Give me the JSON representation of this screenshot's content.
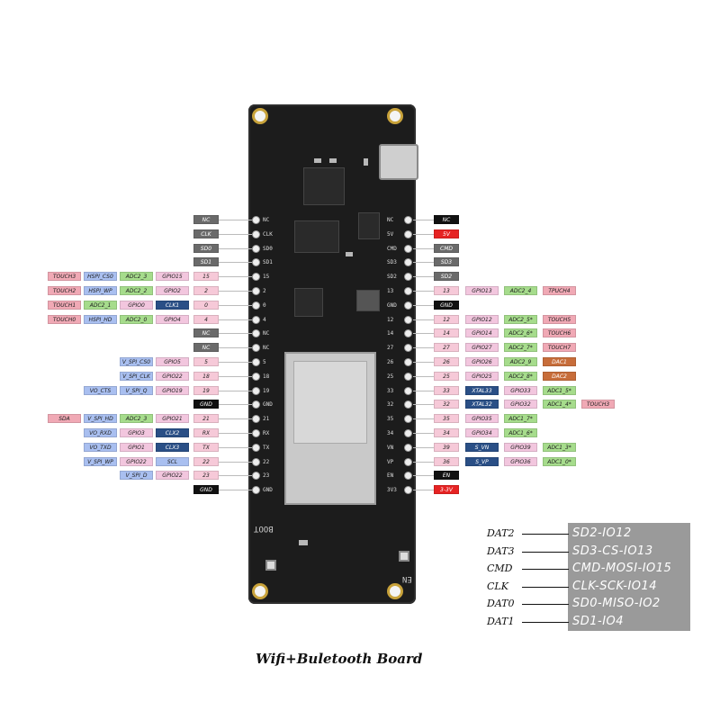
{
  "caption": "Wifi+Buletooth Board",
  "colors": {
    "dark": "#6a6a6a",
    "black": "#111111",
    "red": "#e62323",
    "pink": "#f0a9b5",
    "green": "#a6dc8c",
    "lightblue": "#a9bff0",
    "lightpink": "#f6c9d8",
    "navy": "#2a4f86",
    "brown": "#c76d3a",
    "gpio": "#f2c6de"
  },
  "board": {
    "silk_left": [
      "NC",
      "CLK",
      "SD0",
      "SD1",
      "15",
      "2",
      "0",
      "4",
      "NC",
      "NC",
      "5",
      "18",
      "19",
      "GND",
      "21",
      "RX",
      "TX",
      "22",
      "23",
      "GND"
    ],
    "silk_right": [
      "NC",
      "5V",
      "CMD",
      "SD3",
      "SD2",
      "13",
      "GND",
      "12",
      "14",
      "27",
      "26",
      "25",
      "33",
      "32",
      "35",
      "34",
      "VN",
      "VP",
      "EN",
      "3V3"
    ],
    "boot_label": "BOOT",
    "en_label": "EN"
  },
  "left_rows": [
    {
      "pin": "NC",
      "pin_style": "dark",
      "labels": []
    },
    {
      "pin": "CLK",
      "pin_style": "dark",
      "labels": []
    },
    {
      "pin": "SD0",
      "pin_style": "dark",
      "labels": []
    },
    {
      "pin": "SD1",
      "pin_style": "dark",
      "labels": []
    },
    {
      "pin": "15",
      "pin_style": "lightpink",
      "labels": [
        {
          "t": "TOUCH3",
          "c": "pink"
        },
        {
          "t": "HSPI_CS0",
          "c": "lightblue"
        },
        {
          "t": "ADC2_3",
          "c": "green"
        },
        {
          "t": "GPIO15",
          "c": "gpio"
        }
      ]
    },
    {
      "pin": "2",
      "pin_style": "lightpink",
      "labels": [
        {
          "t": "TOUCH2",
          "c": "pink"
        },
        {
          "t": "HSPI_WP",
          "c": "lightblue"
        },
        {
          "t": "ADC2_2",
          "c": "green"
        },
        {
          "t": "GPIO2",
          "c": "gpio"
        }
      ]
    },
    {
      "pin": "0",
      "pin_style": "lightpink",
      "labels": [
        {
          "t": "TOUCH1",
          "c": "pink"
        },
        {
          "t": "ADC2_1",
          "c": "green"
        },
        {
          "t": "GPIO0",
          "c": "gpio"
        },
        {
          "t": "CLK1",
          "c": "navy"
        }
      ]
    },
    {
      "pin": "4",
      "pin_style": "lightpink",
      "labels": [
        {
          "t": "TOUCH0",
          "c": "pink"
        },
        {
          "t": "HSPI_HD",
          "c": "lightblue"
        },
        {
          "t": "ADC2_0",
          "c": "green"
        },
        {
          "t": "GPIO4",
          "c": "gpio"
        }
      ]
    },
    {
      "pin": "NC",
      "pin_style": "dark",
      "labels": []
    },
    {
      "pin": "NC",
      "pin_style": "dark",
      "labels": []
    },
    {
      "pin": "5",
      "pin_style": "lightpink",
      "labels": [
        {
          "t": "V_SPI_CS0",
          "c": "lightblue"
        },
        {
          "t": "GPIO5",
          "c": "gpio"
        }
      ]
    },
    {
      "pin": "18",
      "pin_style": "lightpink",
      "labels": [
        {
          "t": "V_SPI_CLK",
          "c": "lightblue"
        },
        {
          "t": "GPIO22",
          "c": "gpio"
        }
      ]
    },
    {
      "pin": "19",
      "pin_style": "lightpink",
      "labels": [
        {
          "t": "VO_CTS",
          "c": "lightblue"
        },
        {
          "t": "V_SPI_Q",
          "c": "lightblue"
        },
        {
          "t": "GPIO19",
          "c": "gpio"
        }
      ]
    },
    {
      "pin": "GND",
      "pin_style": "black",
      "labels": []
    },
    {
      "pin": "21",
      "pin_style": "lightpink",
      "labels": [
        {
          "t": "SDA",
          "c": "pink"
        },
        {
          "t": "V_SPI_HD",
          "c": "lightblue"
        },
        {
          "t": "ADC2_3",
          "c": "green"
        },
        {
          "t": "GPIO21",
          "c": "gpio"
        }
      ]
    },
    {
      "pin": "RX",
      "pin_style": "lightpink",
      "labels": [
        {
          "t": "VO_RXD",
          "c": "lightblue"
        },
        {
          "t": "GPIO3",
          "c": "gpio"
        },
        {
          "t": "CLX2",
          "c": "navy"
        }
      ]
    },
    {
      "pin": "TX",
      "pin_style": "lightpink",
      "labels": [
        {
          "t": "VO_TXD",
          "c": "lightblue"
        },
        {
          "t": "GPIO1",
          "c": "gpio"
        },
        {
          "t": "CLX3",
          "c": "navy"
        }
      ]
    },
    {
      "pin": "22",
      "pin_style": "lightpink",
      "labels": [
        {
          "t": "V_SPI_WP",
          "c": "lightblue"
        },
        {
          "t": "GPIO22",
          "c": "gpio"
        },
        {
          "t": "SCL",
          "c": "lightblue"
        }
      ]
    },
    {
      "pin": "23",
      "pin_style": "lightpink",
      "labels": [
        {
          "t": "V_SPI_D",
          "c": "lightblue"
        },
        {
          "t": "GPIO22",
          "c": "gpio"
        }
      ]
    },
    {
      "pin": "GND",
      "pin_style": "black",
      "labels": []
    }
  ],
  "right_rows": [
    {
      "pin": "NC",
      "pin_style": "black",
      "labels": []
    },
    {
      "pin": "5V",
      "pin_style": "red",
      "labels": []
    },
    {
      "pin": "CMD",
      "pin_style": "dark",
      "labels": []
    },
    {
      "pin": "SD3",
      "pin_style": "dark",
      "labels": []
    },
    {
      "pin": "SD2",
      "pin_style": "dark",
      "labels": []
    },
    {
      "pin": "13",
      "pin_style": "lightpink",
      "labels": [
        {
          "t": "GPIO13",
          "c": "gpio"
        },
        {
          "t": "ADC2_4",
          "c": "green"
        },
        {
          "t": "TPUCH4",
          "c": "pink"
        }
      ]
    },
    {
      "pin": "GND",
      "pin_style": "black",
      "labels": []
    },
    {
      "pin": "12",
      "pin_style": "lightpink",
      "labels": [
        {
          "t": "GPIO12",
          "c": "gpio"
        },
        {
          "t": "ADC2_5*",
          "c": "green"
        },
        {
          "t": "TOUCH5",
          "c": "pink"
        }
      ]
    },
    {
      "pin": "14",
      "pin_style": "lightpink",
      "labels": [
        {
          "t": "GPIO14",
          "c": "gpio"
        },
        {
          "t": "ADC2_6*",
          "c": "green"
        },
        {
          "t": "TOUCH6",
          "c": "pink"
        }
      ]
    },
    {
      "pin": "27",
      "pin_style": "lightpink",
      "labels": [
        {
          "t": "GPIO27",
          "c": "gpio"
        },
        {
          "t": "ADC2_7*",
          "c": "green"
        },
        {
          "t": "TOUCH7",
          "c": "pink"
        }
      ]
    },
    {
      "pin": "26",
      "pin_style": "lightpink",
      "labels": [
        {
          "t": "GPIO26",
          "c": "gpio"
        },
        {
          "t": "ADC2_9",
          "c": "green"
        },
        {
          "t": "DAC1",
          "c": "brown"
        }
      ]
    },
    {
      "pin": "25",
      "pin_style": "lightpink",
      "labels": [
        {
          "t": "GPIO25",
          "c": "gpio"
        },
        {
          "t": "ADC2_8*",
          "c": "green"
        },
        {
          "t": "DAC2",
          "c": "brown"
        }
      ]
    },
    {
      "pin": "33",
      "pin_style": "lightpink",
      "labels": [
        {
          "t": "XTAL33",
          "c": "navy"
        },
        {
          "t": "GPIO33",
          "c": "gpio"
        },
        {
          "t": "ADC1_5*",
          "c": "green"
        }
      ]
    },
    {
      "pin": "32",
      "pin_style": "lightpink",
      "labels": [
        {
          "t": "XTAL32",
          "c": "navy"
        },
        {
          "t": "GPIO32",
          "c": "gpio"
        },
        {
          "t": "ADC1_4*",
          "c": "green"
        },
        {
          "t": "TOUCH3",
          "c": "pink"
        }
      ]
    },
    {
      "pin": "35",
      "pin_style": "lightpink",
      "labels": [
        {
          "t": "GPIO35",
          "c": "gpio"
        },
        {
          "t": "ADC1_7*",
          "c": "green"
        }
      ]
    },
    {
      "pin": "34",
      "pin_style": "lightpink",
      "labels": [
        {
          "t": "GPIO34",
          "c": "gpio"
        },
        {
          "t": "ADC1_6*",
          "c": "green"
        }
      ]
    },
    {
      "pin": "39",
      "pin_style": "lightpink",
      "labels": [
        {
          "t": "S_VN",
          "c": "navy"
        },
        {
          "t": "GPIO39",
          "c": "gpio"
        },
        {
          "t": "ADC1_3*",
          "c": "green"
        }
      ]
    },
    {
      "pin": "36",
      "pin_style": "lightpink",
      "labels": [
        {
          "t": "S_VP",
          "c": "navy"
        },
        {
          "t": "GPIO36",
          "c": "gpio"
        },
        {
          "t": "ADC1_0*",
          "c": "green"
        }
      ]
    },
    {
      "pin": "EN",
      "pin_style": "black",
      "labels": []
    },
    {
      "pin": "3-3V",
      "pin_style": "red",
      "labels": []
    }
  ],
  "sd_legend": [
    {
      "key": "DAT2",
      "value": "SD2-IO12"
    },
    {
      "key": "DAT3",
      "value": "SD3-CS-IO13"
    },
    {
      "key": "CMD",
      "value": "CMD-MOSI-IO15"
    },
    {
      "key": "CLK",
      "value": "CLK-SCK-IO14"
    },
    {
      "key": "DAT0",
      "value": "SD0-MISO-IO2"
    },
    {
      "key": "DAT1",
      "value": "SD1-IO4"
    }
  ]
}
